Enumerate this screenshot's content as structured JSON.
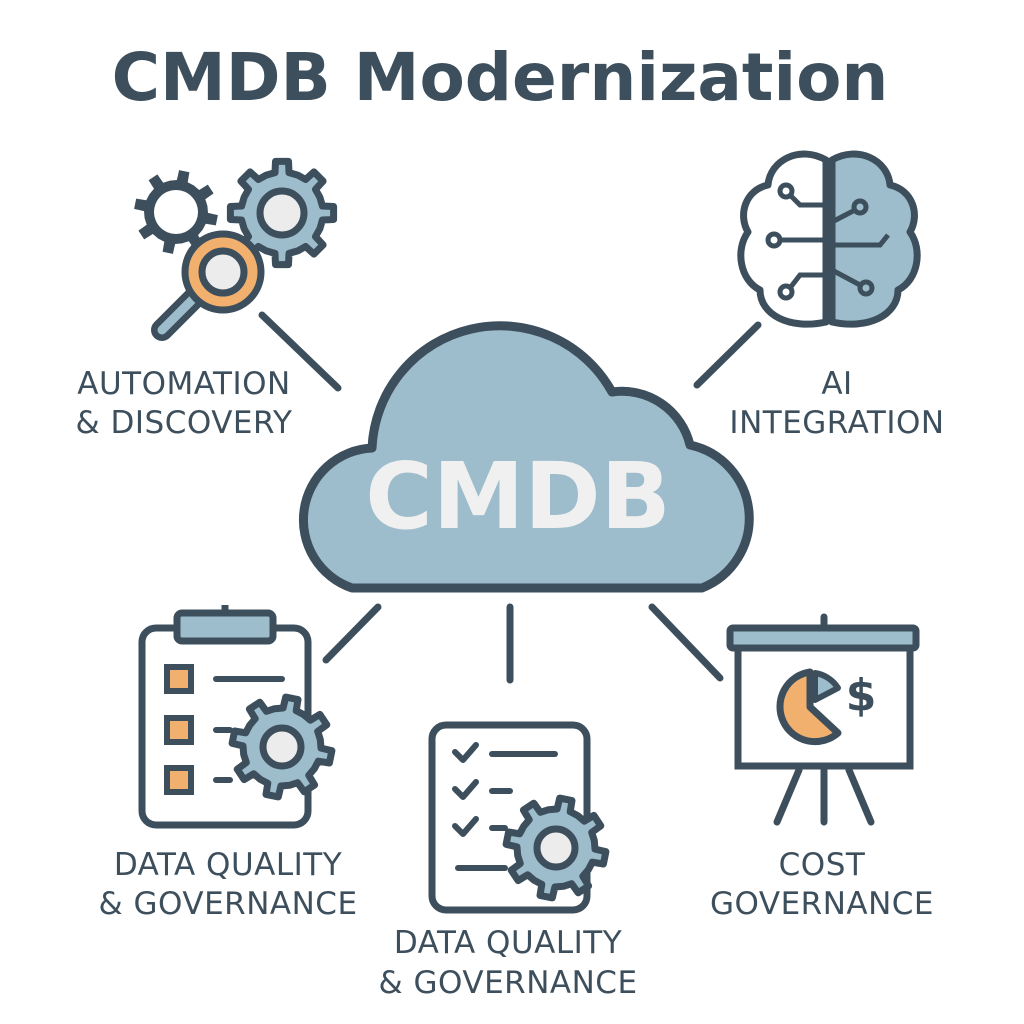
{
  "title": "CMDB Modernization",
  "center": {
    "label": "CMDB"
  },
  "nodes": {
    "automation": {
      "line1": "AUTOMATION",
      "line2": "& DISCOVERY",
      "icon": "gears-magnifier-icon"
    },
    "ai": {
      "line1": "AI",
      "line2": "INTEGRATION",
      "icon": "brain-circuit-icon"
    },
    "dq_left": {
      "line1": "DATA QUALITY",
      "line2": "& GOVERNANCE",
      "icon": "clipboard-gear-icon"
    },
    "dq_center": {
      "line1": "DATA QUALITY",
      "line2": "& GOVERNANCE",
      "icon": "checklist-gear-icon"
    },
    "cost": {
      "line1": "COST",
      "line2": "GOVERNANCE",
      "icon": "presentation-pie-dollar-icon"
    }
  },
  "colors": {
    "dark": "#3d4f5c",
    "blue": "#9dbccc",
    "orange": "#f2b06e",
    "light": "#ececec"
  }
}
